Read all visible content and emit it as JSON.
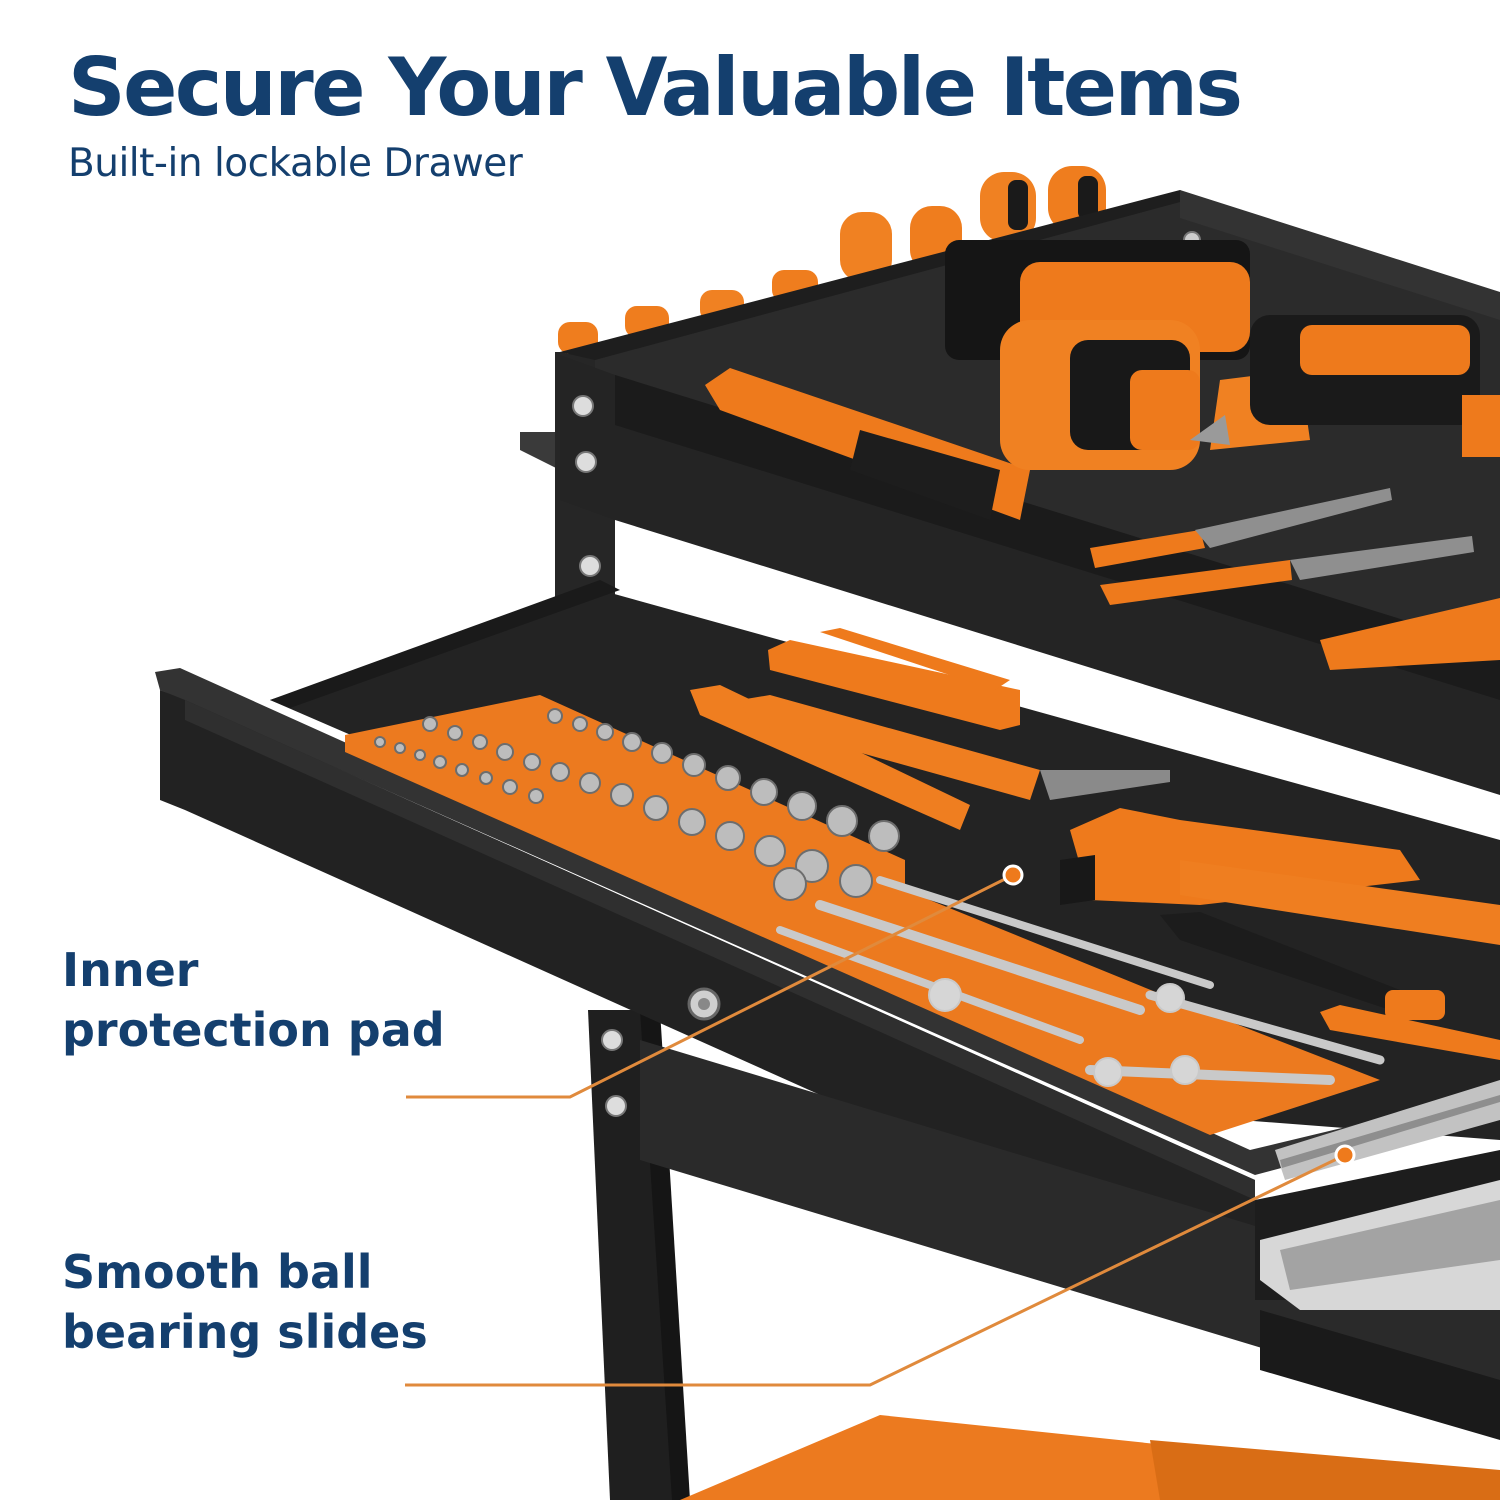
{
  "headline": "Secure Your Valuable Items",
  "subheadline": "Built-in lockable Drawer",
  "callouts": [
    {
      "line1": "Inner",
      "line2": "protection pad"
    },
    {
      "line1": "Smooth ball",
      "line2": "bearing slides"
    }
  ],
  "colors": {
    "brand_text": "#143f6e",
    "accent_orange": "#ee7a1c",
    "cart_black": "#2a2a2a",
    "pointer_line": "#e08a3c"
  }
}
